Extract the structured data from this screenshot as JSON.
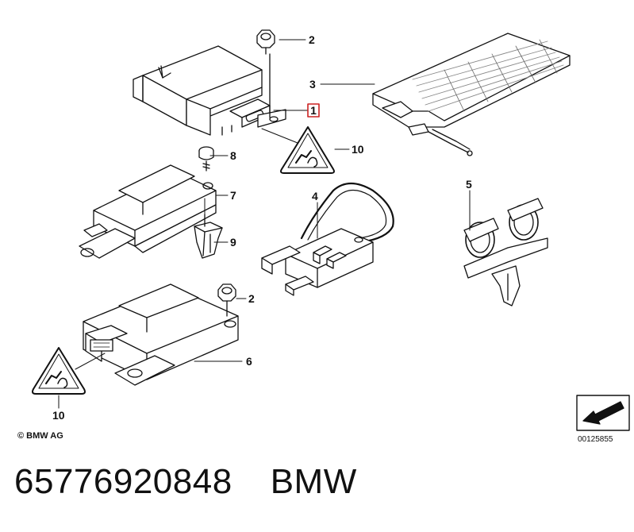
{
  "callouts": {
    "c1": "1",
    "c2a": "2",
    "c2b": "2",
    "c3": "3",
    "c4": "4",
    "c5": "5",
    "c6": "6",
    "c7": "7",
    "c8": "8",
    "c9": "9",
    "c10a": "10",
    "c10b": "10"
  },
  "copyright": "© BMW AG",
  "diagram_id": "00125855",
  "footer": {
    "part_number": "65776920848",
    "brand": "BMW"
  },
  "colors": {
    "highlight_box": "#cc2222",
    "line": "#111111"
  }
}
